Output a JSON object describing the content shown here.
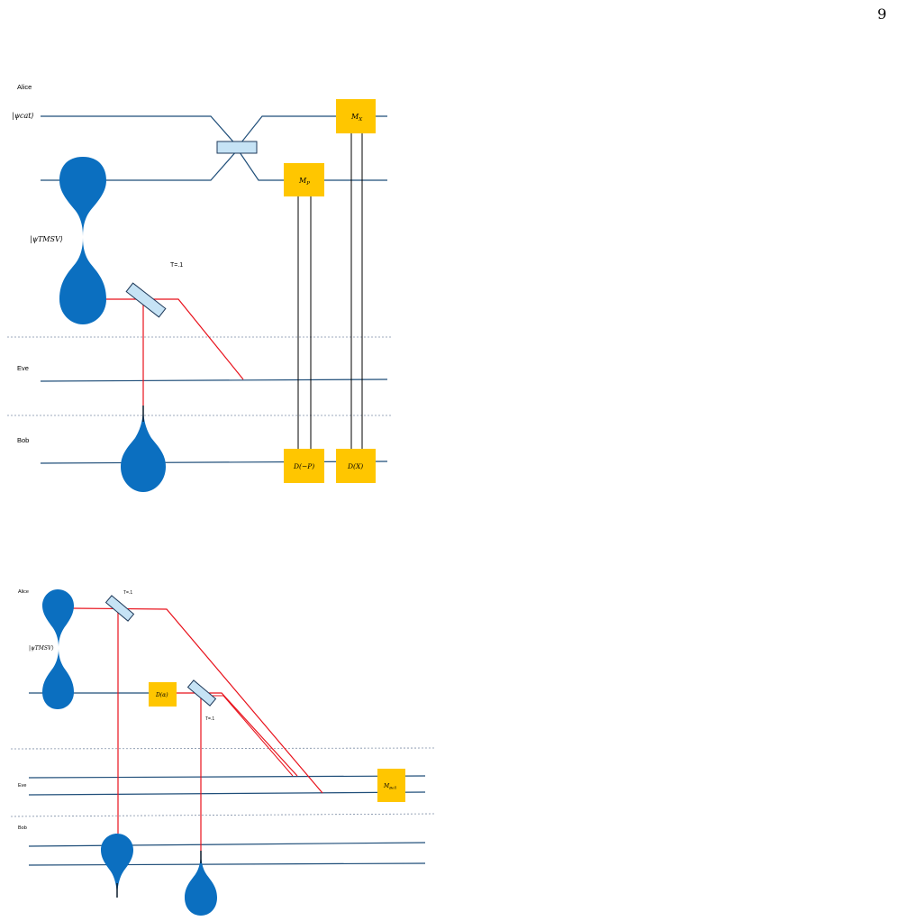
{
  "page": {
    "number": "9"
  },
  "colors": {
    "wire": "#1f4e79",
    "laser": "#e8111b",
    "box": "#ffc600",
    "splitter": "#c6e3f5",
    "drop": "#0b6fc0"
  },
  "diagram1": {
    "alice": "Alice",
    "eve": "Eve",
    "bob": "Bob",
    "psi_cat": "|ψcat⟩",
    "psi_tmsv": "|ψTMSV⟩",
    "transmittance": "T=.1",
    "mx": "M",
    "mx_sub": "X",
    "mp": "M",
    "mp_sub": "P",
    "d_minus_p": "D(−P)",
    "d_x": "D(X)"
  },
  "diagram2": {
    "alice": "Alice",
    "eve": "Eve",
    "bob": "Bob",
    "psi_tmsv": "|ψTMSV⟩",
    "transmittance_1": "T=.1",
    "transmittance_2": "T=.1",
    "d_alpha": "D(α)",
    "m_bell": "M",
    "m_bell_sub": "Bell"
  }
}
